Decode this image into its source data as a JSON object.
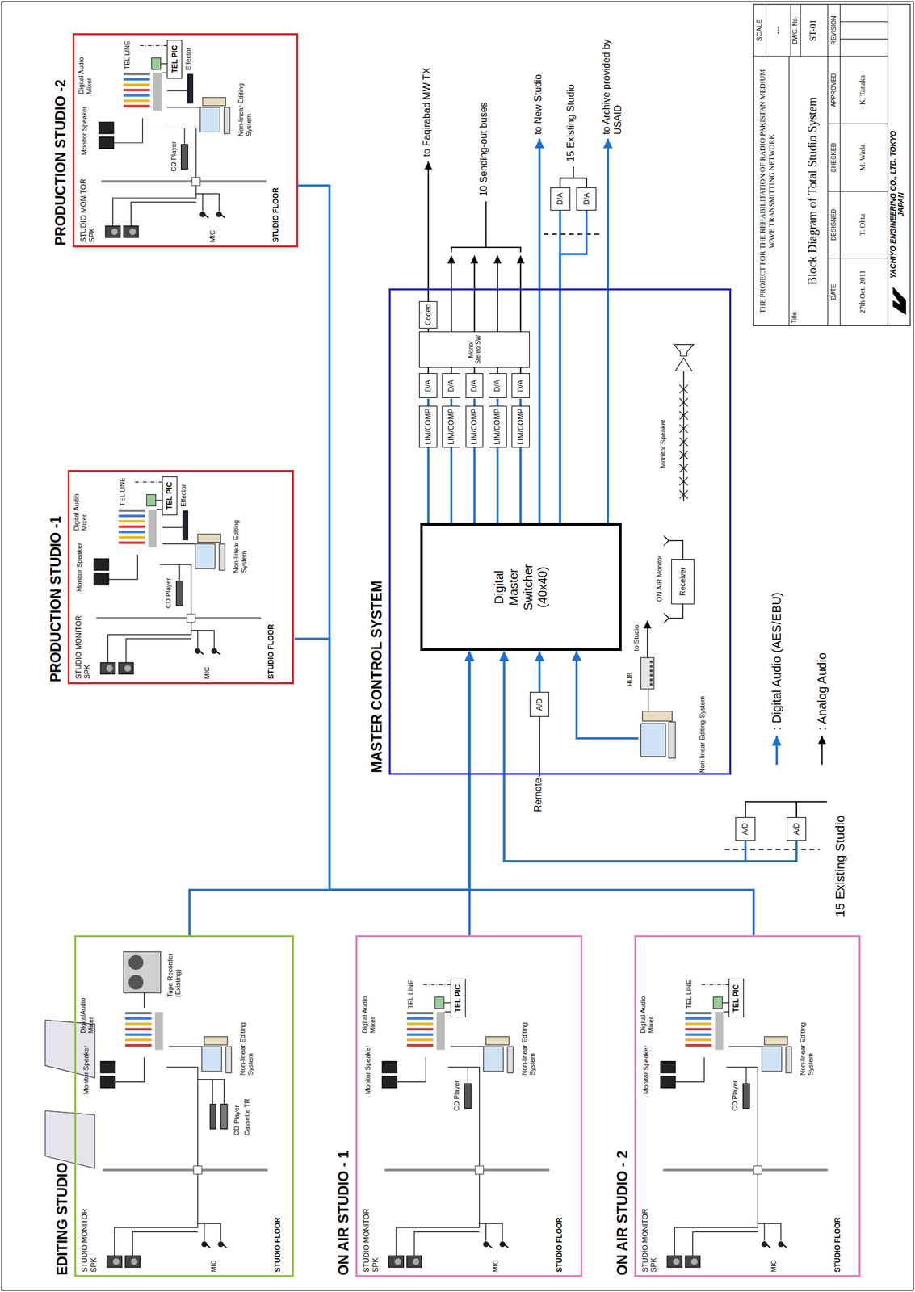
{
  "diagram": {
    "nodes": [
      {
        "text": [
          "PRODUCTION STUDIO -2"
        ]
      },
      {
        "text": [
          "TEL PIC"
        ],
        "in": 0
      },
      {
        "text": [
          "PRODUCTION STUDIO -1"
        ]
      },
      {
        "text": [
          "TEL PIC"
        ],
        "in": 2
      },
      {
        "text": [
          "EDITING STUDIO"
        ]
      },
      {
        "text": [
          "ON AIR STUDIO - 1"
        ]
      },
      {
        "text": [
          "TEL PIC"
        ],
        "in": 5
      },
      {
        "text": [
          "ON AIR STUDIO - 2"
        ]
      },
      {
        "text": [
          "TEL PIC"
        ],
        "in": 7
      },
      {
        "text": [
          "MASTER CONTROL SYSTEM"
        ]
      },
      {
        "text": [
          "Digital Master Switcher (40x40)"
        ],
        "in": 9
      },
      {
        "text": [
          "LIM/COMP"
        ],
        "in": 9
      },
      {
        "text": [
          "LIM/COMP"
        ],
        "in": 9
      },
      {
        "text": [
          "LIM/COMP"
        ],
        "in": 9
      },
      {
        "text": [
          "LIM/COMP"
        ],
        "in": 9
      },
      {
        "text": [
          "LIM/COMP"
        ],
        "in": 9
      },
      {
        "text": [
          "D/A"
        ],
        "in": 9
      },
      {
        "text": [
          "D/A"
        ],
        "in": 9
      },
      {
        "text": [
          "D/A"
        ],
        "in": 9
      },
      {
        "text": [
          "D/A"
        ],
        "in": 9
      },
      {
        "text": [
          "D/A"
        ],
        "in": 9
      },
      {
        "text": [
          "Mono/ Stereo SW"
        ],
        "in": 9
      },
      {
        "text": [
          "Codec"
        ],
        "in": 9
      },
      {
        "text": [
          "Receiver"
        ],
        "in": 9
      },
      {
        "text": [
          "A/D"
        ],
        "in": 9
      },
      {
        "text": [
          "D/A"
        ]
      },
      {
        "text": [
          "D/A"
        ]
      },
      {
        "text": [
          "A/D"
        ]
      },
      {
        "text": [
          "A/D"
        ]
      }
    ],
    "edges": [
      {
        "from": 0,
        "to": 10,
        "arrow": "to"
      },
      {
        "from": 2,
        "to": 10,
        "arrow": "to"
      },
      {
        "from": 4,
        "to": 10,
        "arrow": "to"
      },
      {
        "from": 5,
        "to": 10,
        "arrow": "to"
      },
      {
        "from": 7,
        "to": 10,
        "arrow": "to"
      },
      {
        "from": 10,
        "to": 11,
        "arrow": "none"
      },
      {
        "from": 10,
        "to": 12,
        "arrow": "none"
      },
      {
        "from": 10,
        "to": 13,
        "arrow": "none"
      },
      {
        "from": 10,
        "to": 14,
        "arrow": "none"
      },
      {
        "from": 10,
        "to": 15,
        "arrow": "none"
      },
      {
        "from": 11,
        "to": 16,
        "arrow": "none"
      },
      {
        "from": 12,
        "to": 17,
        "arrow": "none"
      },
      {
        "from": 13,
        "to": 18,
        "arrow": "none"
      },
      {
        "from": 14,
        "to": 19,
        "arrow": "none"
      },
      {
        "from": 15,
        "to": 20,
        "arrow": "none"
      },
      {
        "from": 16,
        "to": 21,
        "arrow": "none"
      },
      {
        "from": 17,
        "to": 21,
        "arrow": "none"
      },
      {
        "from": 18,
        "to": 21,
        "arrow": "none"
      },
      {
        "from": 19,
        "to": 21,
        "arrow": "none"
      },
      {
        "from": 20,
        "to": 21,
        "arrow": "none"
      },
      {
        "from": 21,
        "to": 22,
        "arrow": "none"
      },
      {
        "from": 10,
        "to": 25,
        "arrow": "none"
      },
      {
        "from": 10,
        "to": 26,
        "arrow": "none"
      },
      {
        "from": 24,
        "to": 10,
        "arrow": "to"
      },
      {
        "from": 27,
        "to": 10,
        "arrow": "to"
      },
      {
        "from": 28,
        "to": 10,
        "arrow": "to"
      }
    ],
    "labels": [
      "Monitor Speaker",
      "Digital Audio Mixer",
      "TEL LINE",
      "Effector",
      "CD Player",
      "Non-linear Editing System",
      "STUDIO MONITOR SPK",
      "MIC",
      "STUDIO FLOOR",
      "Monitor Speaker",
      "Digital Audio Mixer",
      "TEL LINE",
      "Effector",
      "CD Player",
      "Non-linear Editing System",
      "STUDIO MONITOR SPK",
      "MIC",
      "STUDIO FLOOR",
      "Monitor Speaker",
      "DigitalAudio Mixer",
      "Tape Recorder (Existing)",
      "CD Player",
      "Cassette TR",
      "Non-linear Editing System",
      "STUDIO MONITOR SPK",
      "MIC",
      "STUDIO FLOOR",
      "Monitor Speaker",
      "Digital Audio Mixer",
      "TEL LINE",
      "CD Player",
      "Non-linear Editing System",
      "STUDIO MONITOR SPK",
      "MIC",
      "STUDIO FLOOR",
      "Monitor Speaker",
      "Digital Audio Mixer",
      "TEL LINE",
      "CD Player",
      "Non-linear Editing System",
      "STUDIO MONITOR SPK",
      "MIC",
      "STUDIO FLOOR",
      "Monitor Speaker",
      "ON AIR Monitor",
      "to Studio",
      "HUB",
      "Non-linear Editing System",
      "Remote",
      "15 Existing Studio",
      "to Faqirabad MW TX",
      "10 Sending-out buses",
      "to New Studio",
      "15 Existing Studio",
      "to Archive provided by USAID",
      "SCALE",
      "---",
      "THE PROJECT FOR THE REHABILITATION OF RADIO PAKISTAN MEDIUM WAVE TRANSMITTING NETWORK",
      "DWG. No.",
      "ST-01",
      "Title",
      "Block Diagram of Total Studio System",
      "DATE",
      "DESIGNED",
      "CHECKED",
      "APPROVED",
      "REVISION",
      "27th Oct. 2011",
      "T. Ohta",
      "M. Wada",
      "K. Tanaka",
      "YACHIYO ENGINEERING CO., LTD. TOKYO JAPAN"
    ],
    "legend": [
      {
        "text": ": Digital Audio (AES/EBU)"
      },
      {
        "text": ": Analog Audio"
      }
    ]
  }
}
